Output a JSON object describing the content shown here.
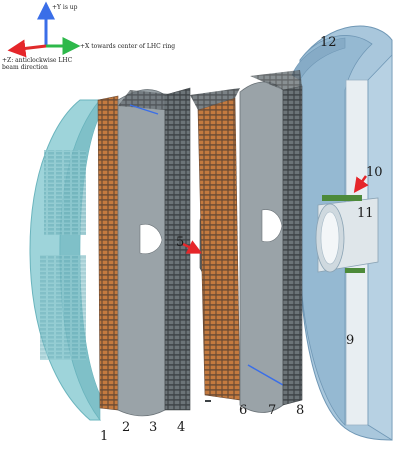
{
  "axes": {
    "y_label": "+Y is up",
    "x_label": "+X towards center of LHC ring",
    "z_label": "+Z: anticlockwise LHC beam direction",
    "colors": {
      "y": "#3a6ee8",
      "x": "#2db84a",
      "z": "#e02a2a"
    }
  },
  "labels": [
    "1",
    "2",
    "3",
    "4",
    "5",
    "6",
    "7",
    "8",
    "9",
    "10",
    "11",
    "12"
  ],
  "colors": {
    "cap": "#9ed4da",
    "cap_edge": "#6ab4bd",
    "shell": "#a9c7dc",
    "shell_edge": "#6f97b5",
    "disk": "#9aa3a8",
    "module_orange": "#c0783e",
    "module_grey": "#5d6468",
    "arrow": "#e5262a"
  }
}
